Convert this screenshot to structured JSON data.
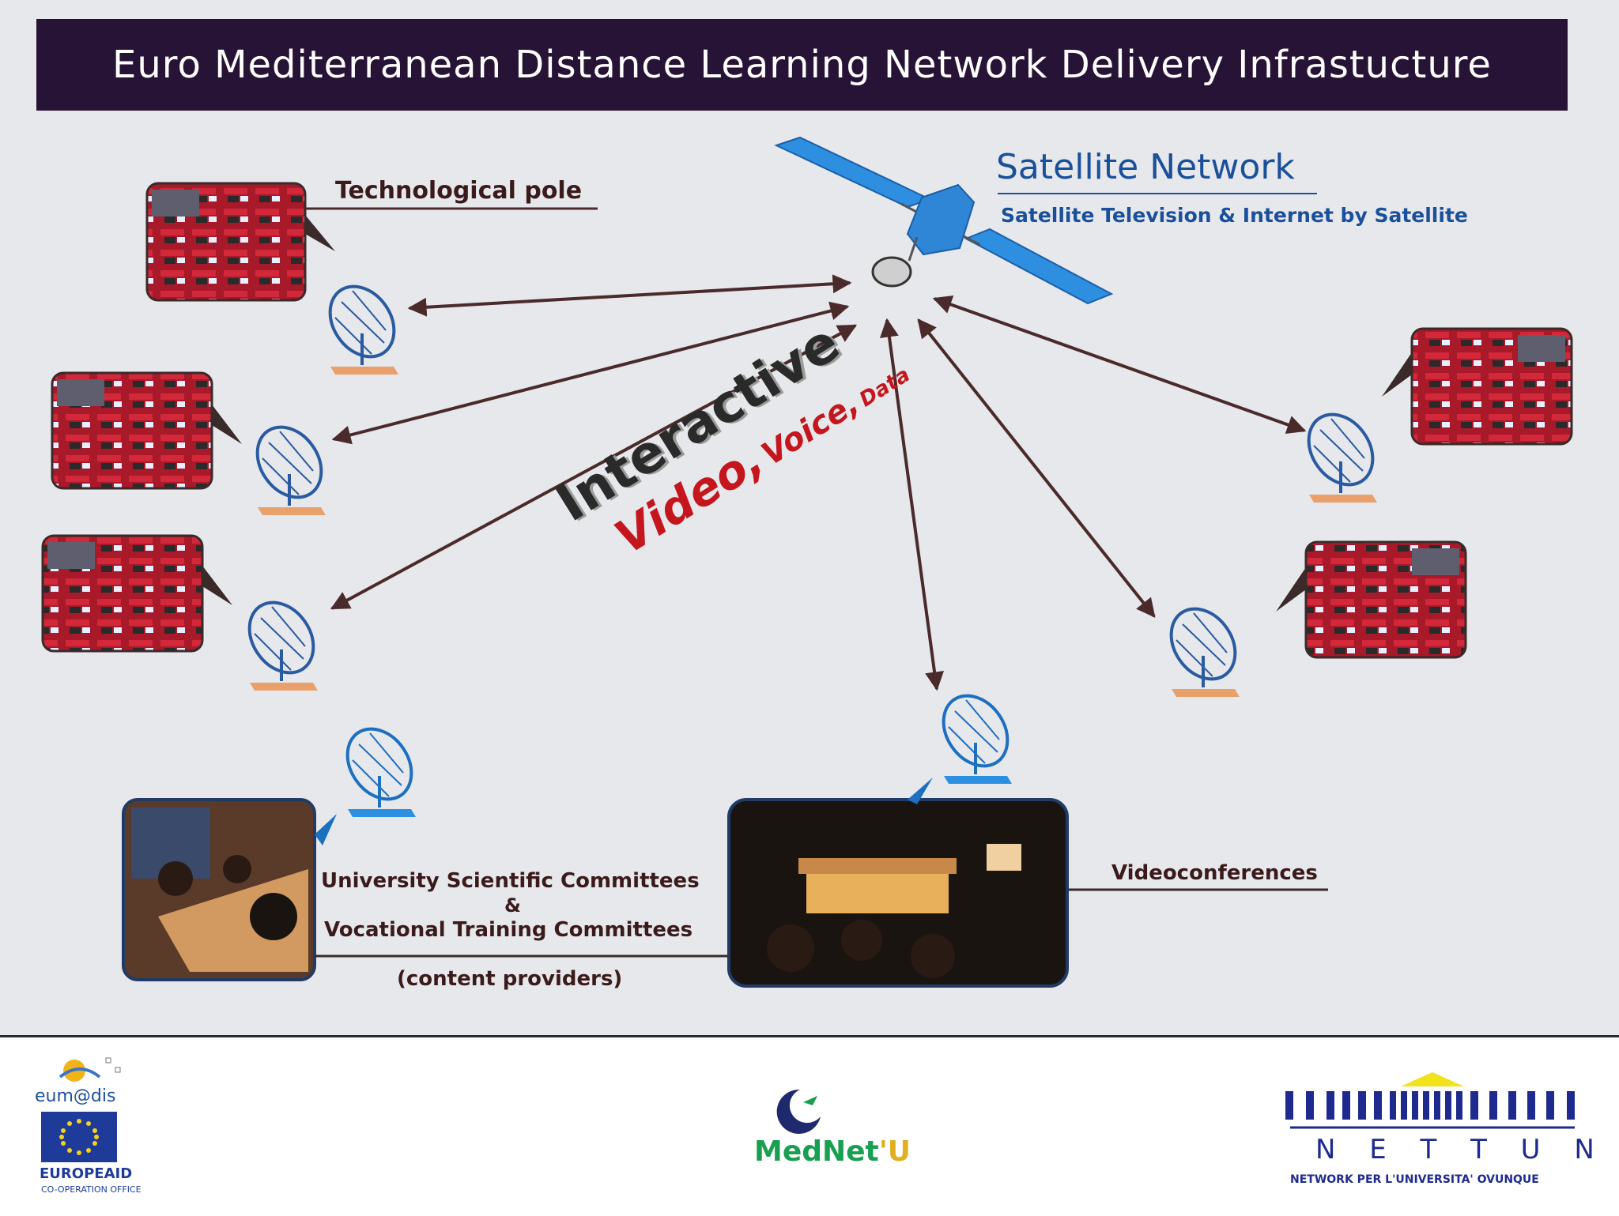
{
  "header": {
    "title": "Euro Mediterranean Distance Learning Network Delivery Infrastucture"
  },
  "satellite": {
    "title": "Satellite Network",
    "subtitle": "Satellite Television & Internet by Satellite"
  },
  "labels": {
    "technological_pole": "Technological pole",
    "interactive": "Interactive",
    "video": "Video,",
    "voice": "Voice,",
    "data": "Data",
    "committees_line1": "University Scientific Committees",
    "committees_amp": "&",
    "committees_line2": "Vocational Training Committees",
    "content_providers": "(content providers)",
    "videoconferences": "Videoconferences"
  },
  "footer": {
    "eumedis": "eum@dis",
    "europeaid": "EUROPEAID",
    "cooperation": "CO-OPERATION OFFICE",
    "mednet_med": "MedNet",
    "mednet_u": "'U",
    "nettuno": "N E T T U N O",
    "nettuno_tagline": "NETWORK PER L'UNIVERSITA' OVUNQUE"
  },
  "colors": {
    "title_bg": "#271335",
    "satellite_blue": "#1a4f9a",
    "arrow": "#4a2a2a",
    "accent_red": "#c4161c",
    "classroom_red": "#b3182a"
  }
}
